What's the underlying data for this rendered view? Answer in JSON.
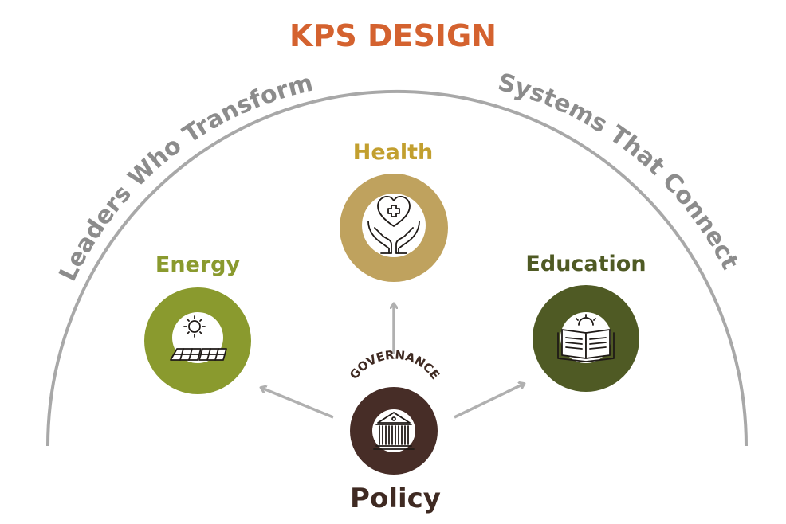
{
  "title": "KPS DESIGN",
  "arc": {
    "left_text": "Leaders Who Transform",
    "right_text": "Systems That Connect"
  },
  "nodes": {
    "health": {
      "label": "Health",
      "icon": "heart-hands-icon"
    },
    "energy": {
      "label": "Energy",
      "icon": "solar-panel-icon"
    },
    "education": {
      "label": "Education",
      "icon": "open-book-icon"
    },
    "policy": {
      "label": "Policy",
      "arc_label": "GOVERNANCE",
      "icon": "government-building-icon"
    }
  },
  "colors": {
    "title": "#d4622f",
    "arc": "#a8a8a8",
    "arc_text": "#8c8c8c",
    "arrow": "#b0b0b0",
    "health": "#bfa25e",
    "health_label": "#c29f2f",
    "energy": "#8a9a2e",
    "energy_label": "#8a9a2e",
    "education": "#4f5a24",
    "education_label": "#4f5a24",
    "policy": "#472d27",
    "policy_label": "#3f2a22"
  }
}
